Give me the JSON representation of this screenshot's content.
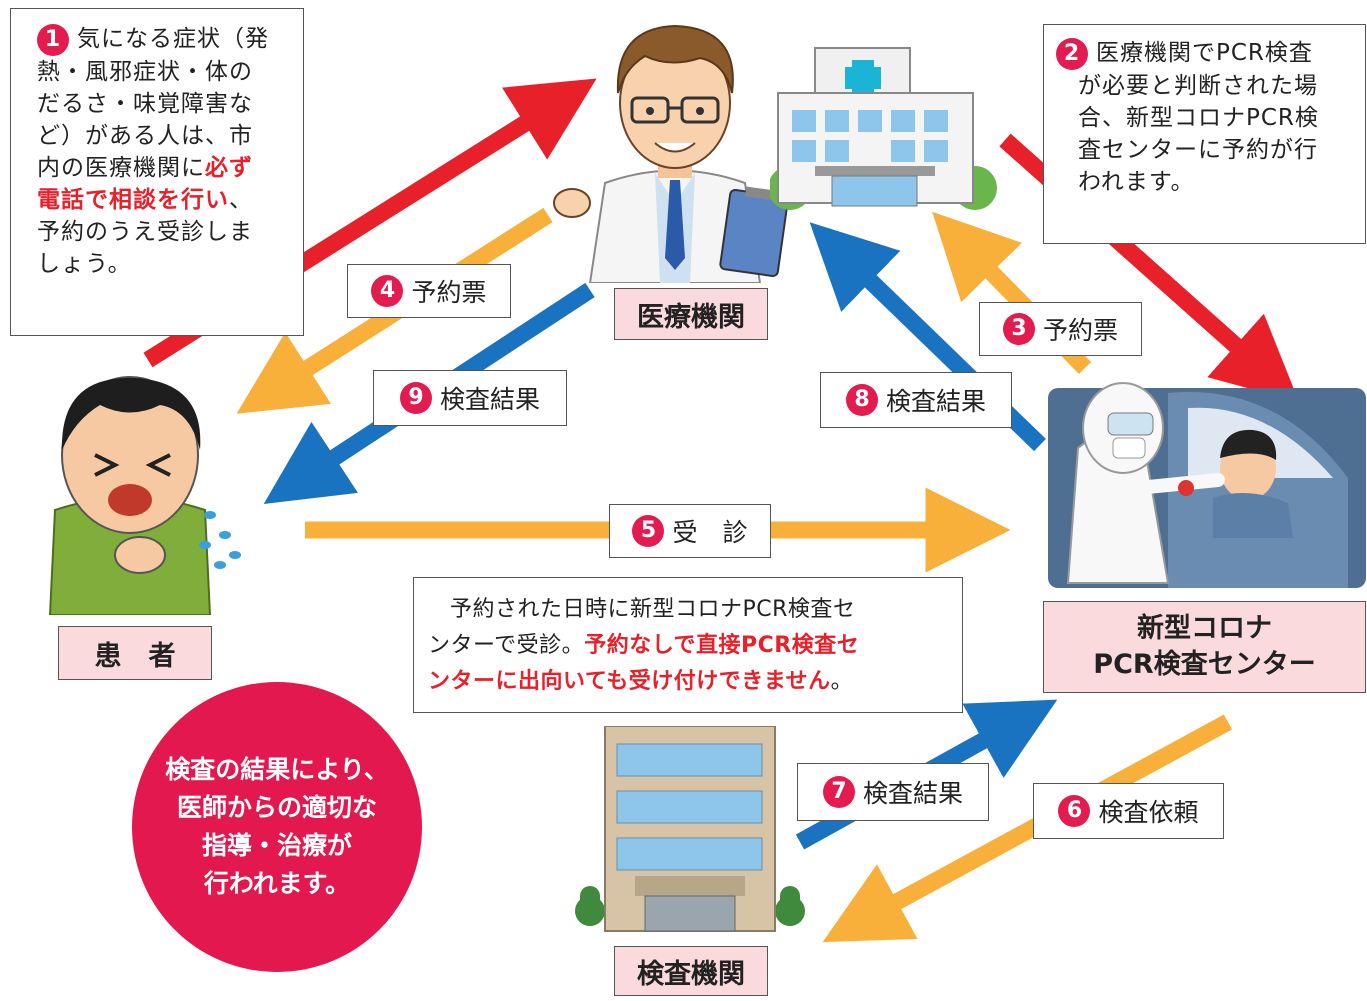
{
  "step1": {
    "num": "1",
    "lines": [
      "気になる症状（発",
      "熱・風邪症状・体の",
      "だるさ・味覚障害な",
      "ど）がある人は、市",
      "内の医療機関に"
    ],
    "em1": "必ず",
    "em2": "電話で相談を行い",
    "after": "、",
    "rest": [
      "予約のうえ受診しま",
      "しょう。"
    ]
  },
  "step2": {
    "num": "2",
    "first": "医療機関でPCR検査",
    "lines": [
      "が必要と判断された場",
      "合、新型コロナPCR検",
      "査センターに予約が行",
      "われます。"
    ]
  },
  "labels": {
    "l3": {
      "num": "3",
      "text": "予約票"
    },
    "l4": {
      "num": "4",
      "text": "予約票"
    },
    "l5": {
      "num": "5",
      "text": "受　診"
    },
    "l6": {
      "num": "6",
      "text": "検査依頼"
    },
    "l7": {
      "num": "7",
      "text": "検査結果"
    },
    "l8": {
      "num": "8",
      "text": "検査結果"
    },
    "l9": {
      "num": "9",
      "text": "検査結果"
    }
  },
  "note": {
    "l1": "予約された日時に新型コロナPCR検査セ",
    "l2a": "ンターで受診。",
    "l2b": "予約なしで直接PCR検査セ",
    "l3a": "ンターに出向いても受け付けできません",
    "l3b": "。"
  },
  "places": {
    "clinic": "医療機関",
    "patient": "患　者",
    "center1": "新型コロナ",
    "center2": "PCR検査センター",
    "lab": "検査機関"
  },
  "circle": [
    "検査の結果により、",
    "医師からの適切な",
    "指導・治療が",
    "行われます。"
  ],
  "colors": {
    "red": "#e8202a",
    "orange": "#f9b03a",
    "blue": "#1a73c1",
    "pink": "#e3184f",
    "placeFill": "#fadadd"
  },
  "icons": [
    "doctor-illustration",
    "hospital-icon",
    "patient-illustration",
    "pcr-drive-through-illustration",
    "lab-building-icon"
  ]
}
